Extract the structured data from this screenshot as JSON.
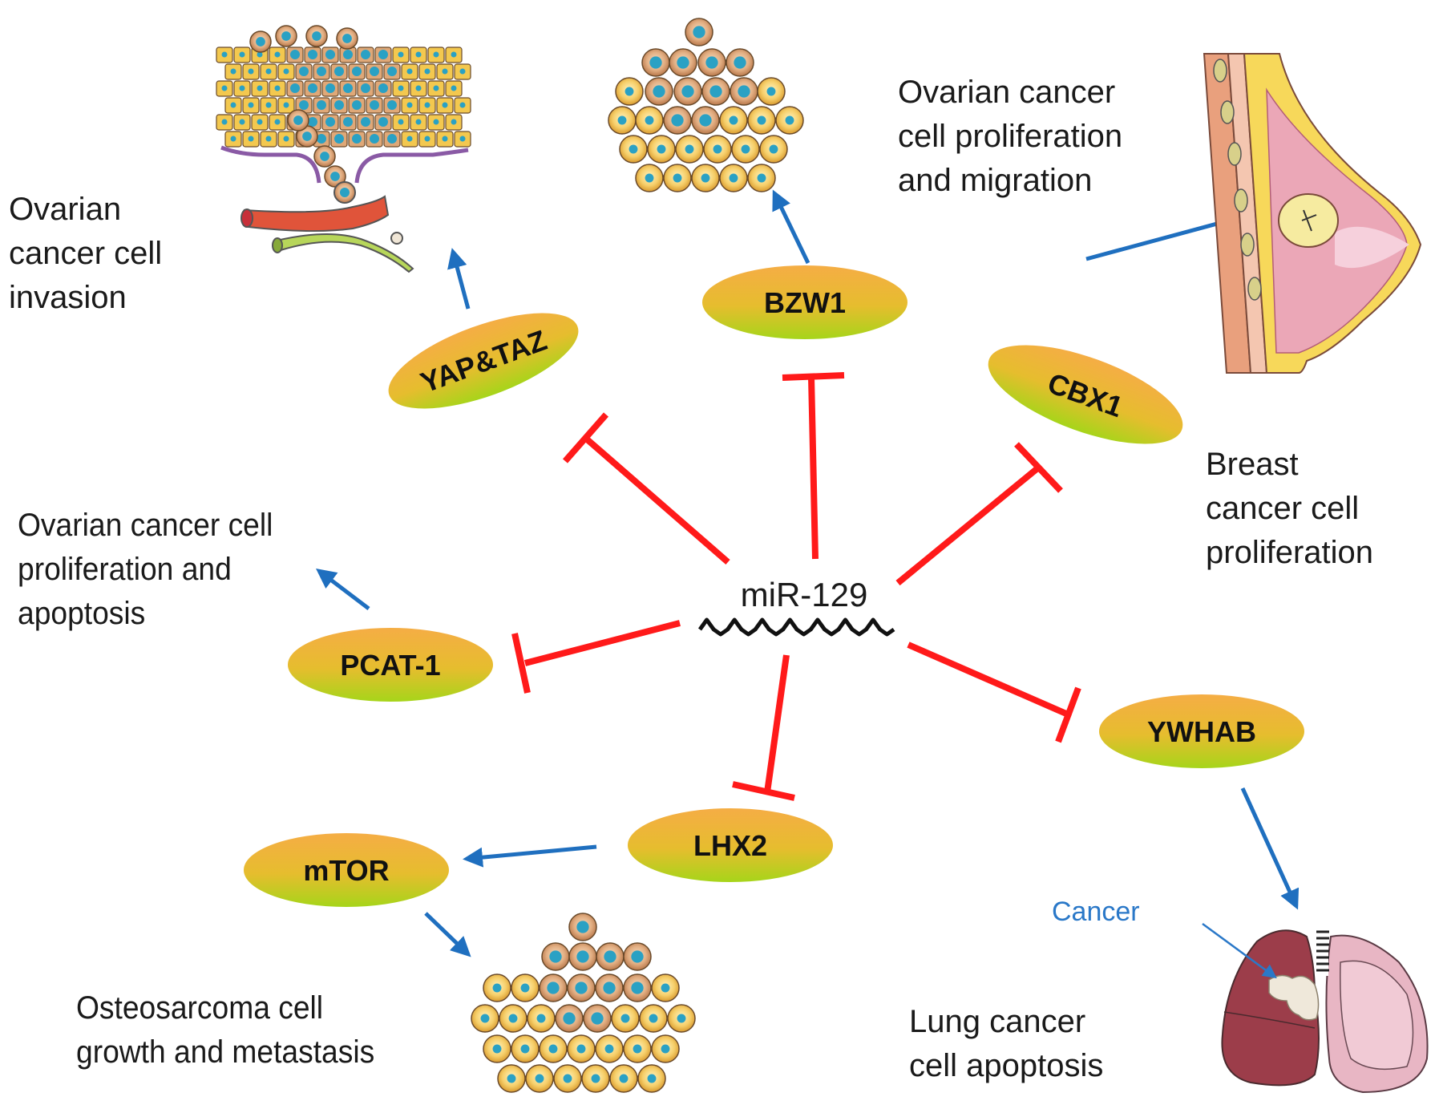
{
  "title": "miR-129 regulatory network in cancer",
  "colors": {
    "inhibition": "#ff1a1a",
    "activation": "#1f6fbf",
    "node_top": "#f4b041",
    "node_bottom": "#a8d418",
    "cancer_tag": "#2a78c8"
  },
  "center": {
    "label": "miR-129"
  },
  "targets": [
    {
      "id": "yap-taz",
      "label": "YAP&TAZ",
      "relation": "inhibits"
    },
    {
      "id": "bzw1",
      "label": "BZW1",
      "relation": "inhibits"
    },
    {
      "id": "cbx1",
      "label": "CBX1",
      "relation": "inhibits"
    },
    {
      "id": "pcat-1",
      "label": "PCAT-1",
      "relation": "inhibits"
    },
    {
      "id": "ywhab",
      "label": "YWHAB",
      "relation": "inhibits"
    },
    {
      "id": "lhx2",
      "label": "LHX2",
      "relation": "inhibits"
    }
  ],
  "downstream": [
    {
      "id": "mtor",
      "label": "mTOR",
      "from": "LHX2",
      "relation": "activates"
    }
  ],
  "outcomes": {
    "yap_taz": "Ovarian\ncancer cell\ninvasion",
    "bzw1": "Ovarian cancer\ncell proliferation\nand migration",
    "cbx1": "Breast\ncancer cell\nproliferation",
    "pcat1": "Ovarian cancer cell\nproliferation and\napoptosis",
    "mtor": "Osteosarcoma cell\ngrowth and metastasis",
    "ywhab": "Lung cancer\ncell apoptosis"
  },
  "illustrations": {
    "invasion": "tumor-invasion-illustration",
    "cluster_top": "cell-cluster-illustration",
    "breast": "breast-cross-section-illustration",
    "cluster_bottom": "cell-cluster-illustration",
    "lungs": "lungs-illustration"
  },
  "lung_tag": "Cancer"
}
